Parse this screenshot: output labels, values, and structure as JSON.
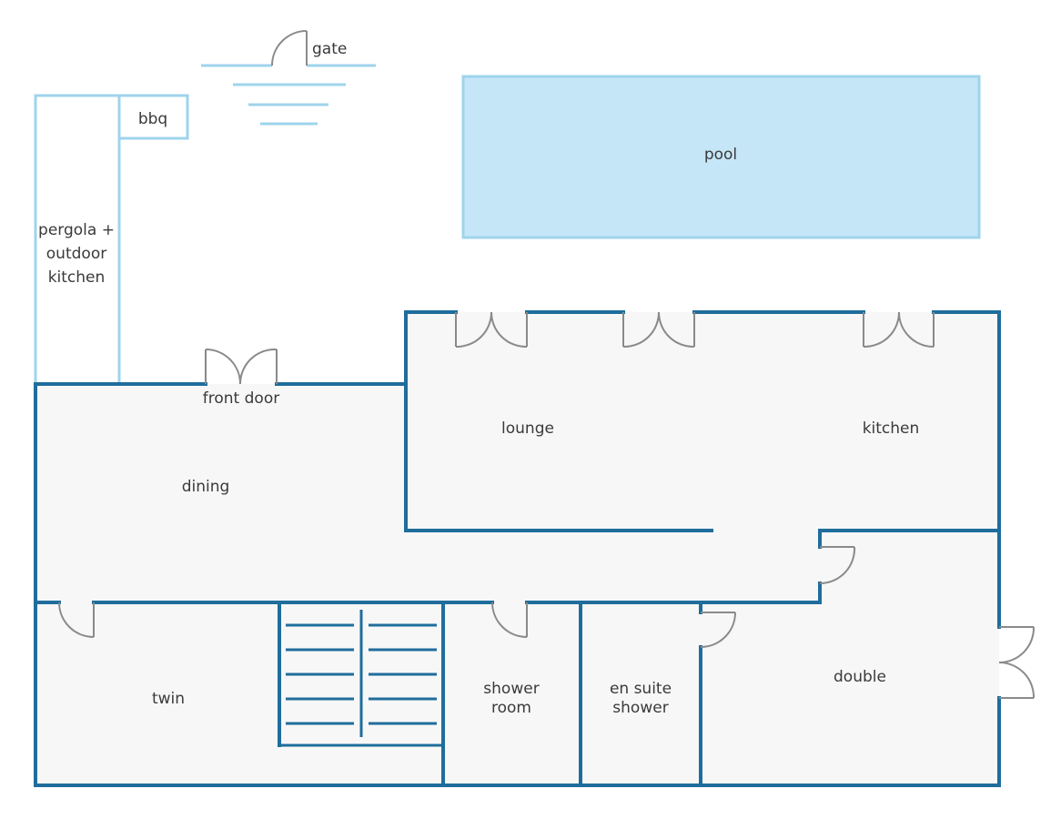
{
  "colors": {
    "wall": "#1f6d9c",
    "outdoor": "#9fd4ec",
    "pool_fill": "#c5e6f7",
    "floor": "#f7f7f7",
    "door": "#8a8a8a",
    "text": "#3a3a3a"
  },
  "labels": {
    "gate": "gate",
    "bbq": "bbq",
    "pool": "pool",
    "pergola_1": "pergola +",
    "pergola_2": "outdoor",
    "pergola_3": "kitchen",
    "front_door": "front door",
    "lounge": "lounge",
    "kitchen": "kitchen",
    "dining": "dining",
    "twin": "twin",
    "shower_room_1": "shower",
    "shower_room_2": "room",
    "en_suite_1": "en suite",
    "en_suite_2": "shower",
    "double": "double"
  }
}
